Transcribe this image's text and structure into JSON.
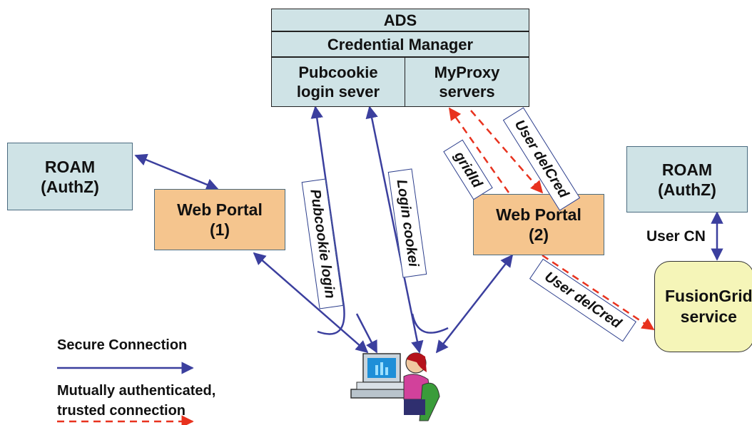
{
  "ads": {
    "title": "ADS",
    "credential_manager": "Credential Manager",
    "pubcookie": "Pubcookie\nlogin sever",
    "myproxy": "MyProxy\nservers"
  },
  "roam_left": "ROAM\n(AuthZ)",
  "roam_right": "ROAM\n(AuthZ)",
  "web_portal_1": "Web Portal\n(1)",
  "web_portal_2": "Web Portal\n(2)",
  "fusiongrid": "FusionGrid\nservice",
  "labels": {
    "pubcookie_login": "Pubcookie login",
    "login_cookie": "Login cookei",
    "gridid": "gridId",
    "user_delcred_top": "User delCred",
    "user_delcred_bottom": "User delCred",
    "user_cn": "User CN"
  },
  "legend": {
    "secure": "Secure Connection",
    "mutual": "Mutually authenticated,\ntrusted connection"
  },
  "colors": {
    "secure_line": "#3b3f9e",
    "trusted_line": "#e8321e",
    "roam_fill": "#cfe3e6",
    "portal_fill": "#f5c58e",
    "fusion_fill": "#f5f5b8"
  }
}
